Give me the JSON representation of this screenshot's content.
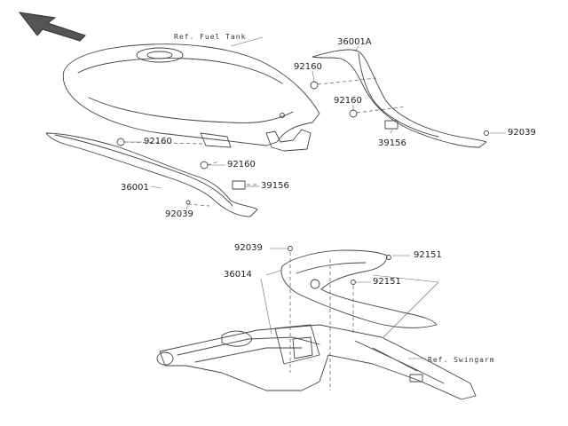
{
  "diagram": {
    "references": {
      "fuel_tank": "Ref. Fuel Tank",
      "swingarm": "Ref. Swingarm"
    },
    "parts": {
      "p36001A": "36001A",
      "p92160_a": "92160",
      "p92160_b": "92160",
      "p92160_c": "92160",
      "p92160_d": "92160",
      "p39156_a": "39156",
      "p39156_b": "39156",
      "p92039_a": "92039",
      "p92039_b": "92039",
      "p92039_c": "92039",
      "p36001": "36001",
      "p36014": "36014",
      "p92151_a": "92151",
      "p92151_b": "92151"
    },
    "icons": {
      "direction_arrow": "front-direction-arrow-icon"
    },
    "colors": {
      "line": "#444444",
      "text": "#222222",
      "arrow": "#555555"
    }
  }
}
